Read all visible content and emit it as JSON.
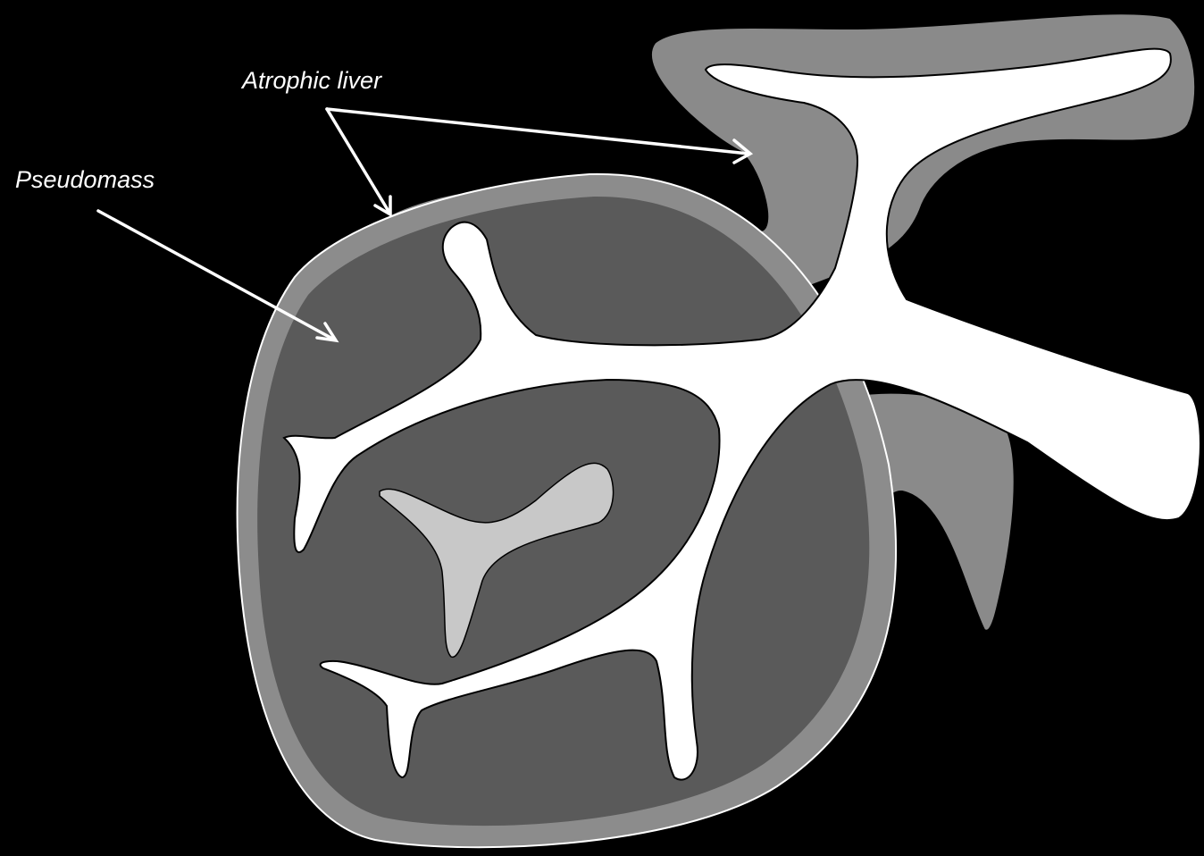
{
  "labels": {
    "atrophic_liver": "Atrophic liver",
    "pseudomass": "Pseudomass"
  },
  "colors": {
    "background": "#000000",
    "atrophic_liver_tissue": "#8a8a8a",
    "pseudomass_outer_rim": "#8c8c8c",
    "pseudomass_core": "#5a5a5a",
    "vessels": "#ffffff",
    "inner_vessel_lumen": "#c8c8c8",
    "outline": "#000000",
    "annotation_text": "#ffffff"
  },
  "structures": [
    "atrophic-liver-lobe",
    "pseudomass",
    "branching-vessels",
    "inner-vessel-lumen"
  ]
}
